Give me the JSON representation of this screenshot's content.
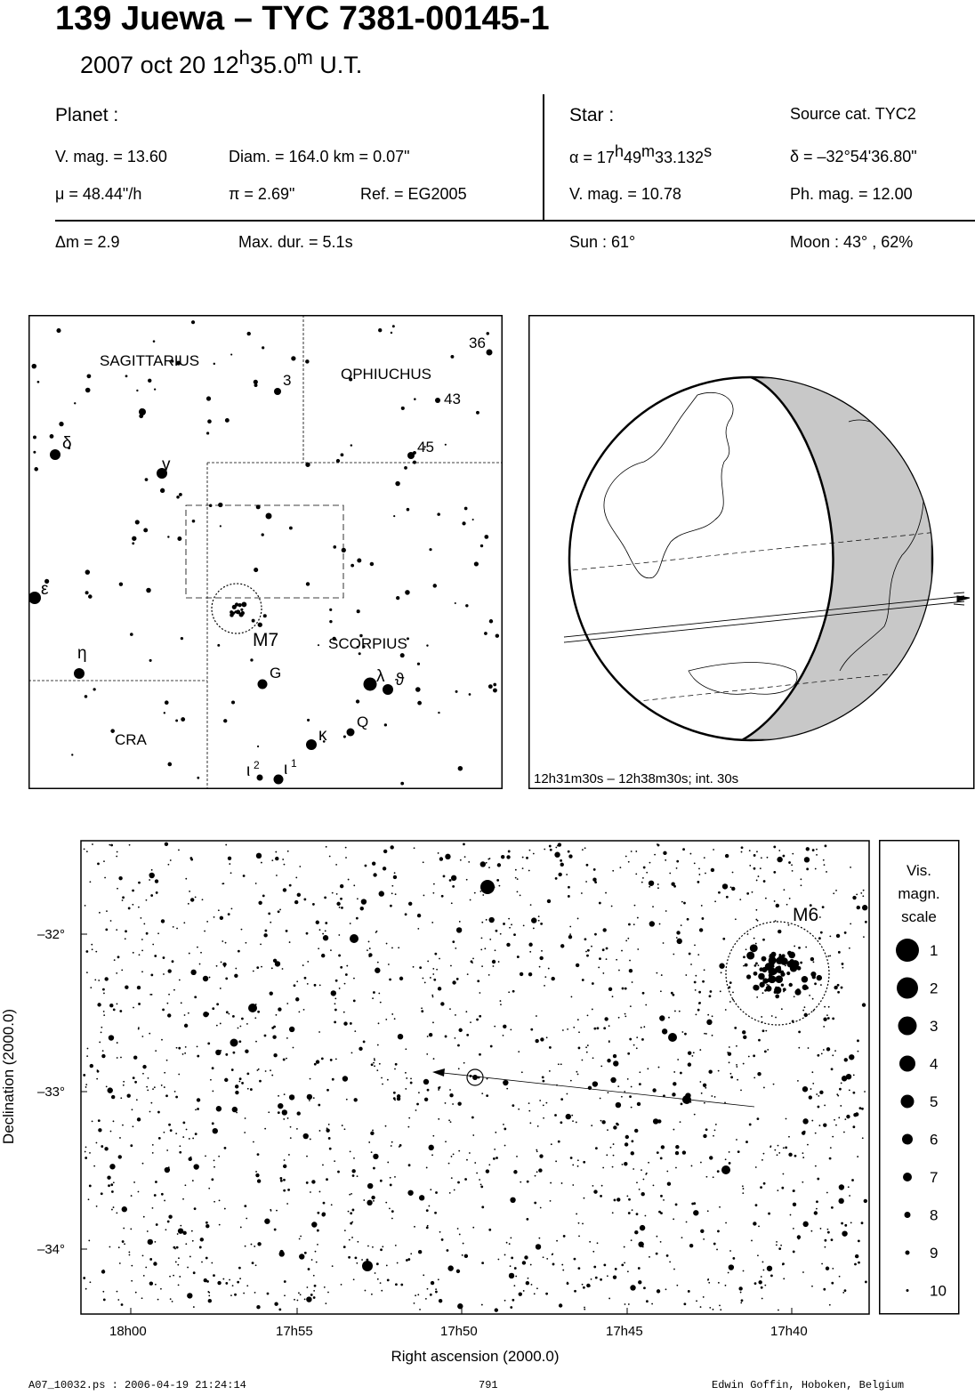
{
  "header": {
    "title": "139 Juewa  –  TYC 7381-00145-1",
    "date": "2007 oct 20  12",
    "hour_sup": "h",
    "minutes": "35.0",
    "min_sup": "m",
    "ut": " U.T."
  },
  "planet": {
    "label": "Planet :",
    "vmag": "V. mag. = 13.60",
    "diam": "Diam. = 164.0 km = 0.07\"",
    "mu": "μ =  48.44\"/h",
    "pi": "π =  2.69\"",
    "ref": "Ref. = EG2005"
  },
  "star": {
    "label": "Star :",
    "source": "Source cat.  TYC2",
    "ra_a": "α = 17",
    "ra_h": "h",
    "ra_b": "49",
    "ra_m": "m",
    "ra_c": "33.132",
    "ra_s": "s",
    "dec": "δ = –32°54'36.80\"",
    "vmag": "V. mag. = 10.78",
    "phmag": "Ph. mag. = 12.00"
  },
  "event": {
    "dm": "Δm = 2.9",
    "maxdur": "Max. dur. = 5.1s",
    "sun": "Sun :  61°",
    "moon": "Moon :  43° , 62%"
  },
  "constellation_map": {
    "labels": [
      "SAGITTARIUS",
      "OPHIUCHUS",
      "SCORPIUS",
      "CRA",
      "M7"
    ],
    "star_labels": [
      "36",
      "3",
      "43",
      "45",
      "δ",
      "γ",
      "ε",
      "η",
      "G",
      "λ",
      "ϑ",
      "Q",
      "κ",
      "ι",
      "2",
      "ι",
      "1"
    ]
  },
  "globe": {
    "caption": "12h31m30s – 12h38m30s; int. 30s"
  },
  "detail_chart": {
    "cluster_label": "M6",
    "y_ticks": [
      "–32°",
      "–33°",
      "–34°"
    ],
    "x_ticks": [
      "18h00",
      "17h55",
      "17h50",
      "17h45",
      "17h40"
    ],
    "xlabel": "Right ascension (2000.0)",
    "ylabel": "Declination (2000.0)"
  },
  "legend": {
    "title_1": "Vis.",
    "title_2": "magn.",
    "title_3": "scale",
    "items": [
      "1",
      "2",
      "3",
      "4",
      "5",
      "6",
      "7",
      "8",
      "9",
      "10"
    ]
  },
  "footer": {
    "file": "A07_10032.ps : 2006-04-19 21:24:14",
    "page": "791",
    "author": "Edwin Goffin, Hoboken, Belgium"
  }
}
